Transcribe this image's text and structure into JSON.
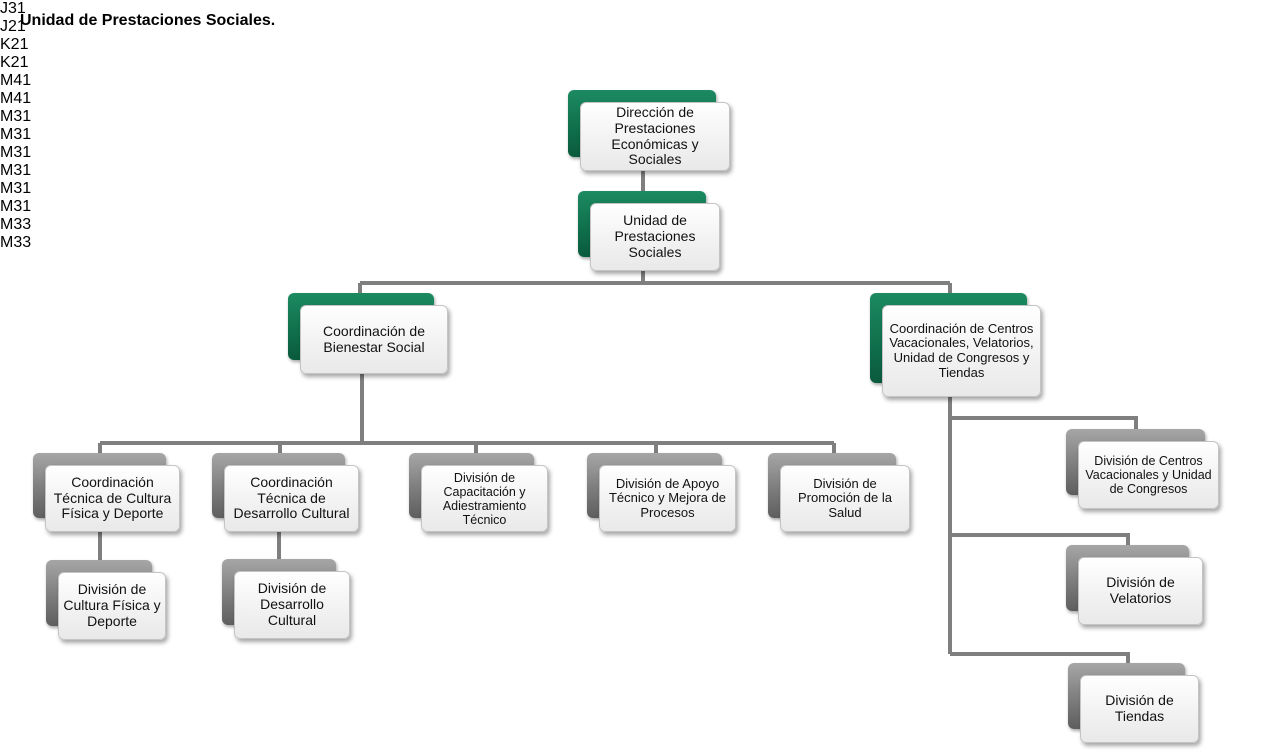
{
  "title": "Unidad de Prestaciones Sociales.",
  "org_chart": {
    "nodes": [
      {
        "id": "j31",
        "code": "J31",
        "label": "Dirección de Prestaciones Económicas y Sociales",
        "color": "green"
      },
      {
        "id": "j21",
        "code": "J21",
        "label": "Unidad de Prestaciones Sociales",
        "color": "green"
      },
      {
        "id": "k21a",
        "code": "K21",
        "label": "Coordinación de Bienestar Social",
        "color": "green"
      },
      {
        "id": "k21b",
        "code": "K21",
        "label": "Coordinación de Centros Vacacionales, Velatorios, Unidad de Congresos y Tiendas",
        "color": "green"
      },
      {
        "id": "m41a",
        "code": "M41",
        "label": "Coordinación Técnica de Cultura Física y Deporte",
        "color": "gray"
      },
      {
        "id": "m41b",
        "code": "M41",
        "label": "Coordinación Técnica de Desarrollo Cultural",
        "color": "gray"
      },
      {
        "id": "m31a",
        "code": "M31",
        "label": "División de Capacitación y Adiestramiento Técnico",
        "color": "gray"
      },
      {
        "id": "m31b",
        "code": "M31",
        "label": "División de Apoyo Técnico y Mejora de Procesos",
        "color": "gray"
      },
      {
        "id": "m31c",
        "code": "M31",
        "label": "División de Promoción de la Salud",
        "color": "gray"
      },
      {
        "id": "m31d",
        "code": "M31",
        "label": "División de Cultura Física y Deporte",
        "color": "gray"
      },
      {
        "id": "m31e",
        "code": "M31",
        "label": "División de Desarrollo Cultural",
        "color": "gray"
      },
      {
        "id": "m31f",
        "code": "M31",
        "label": "División de Centros Vacacionales y Unidad de Congresos",
        "color": "gray"
      },
      {
        "id": "m33a",
        "code": "M33",
        "label": "División de Velatorios",
        "color": "gray"
      },
      {
        "id": "m33b",
        "code": "M33",
        "label": "División de Tiendas",
        "color": "gray"
      }
    ],
    "edges": [
      [
        "j31",
        "j21"
      ],
      [
        "j21",
        "k21a"
      ],
      [
        "j21",
        "k21b"
      ],
      [
        "k21a",
        "m41a"
      ],
      [
        "k21a",
        "m41b"
      ],
      [
        "k21a",
        "m31a"
      ],
      [
        "k21a",
        "m31b"
      ],
      [
        "k21a",
        "m31c"
      ],
      [
        "m41a",
        "m31d"
      ],
      [
        "m41b",
        "m31e"
      ],
      [
        "k21b",
        "m31f"
      ],
      [
        "k21b",
        "m33a"
      ],
      [
        "k21b",
        "m33b"
      ]
    ]
  }
}
